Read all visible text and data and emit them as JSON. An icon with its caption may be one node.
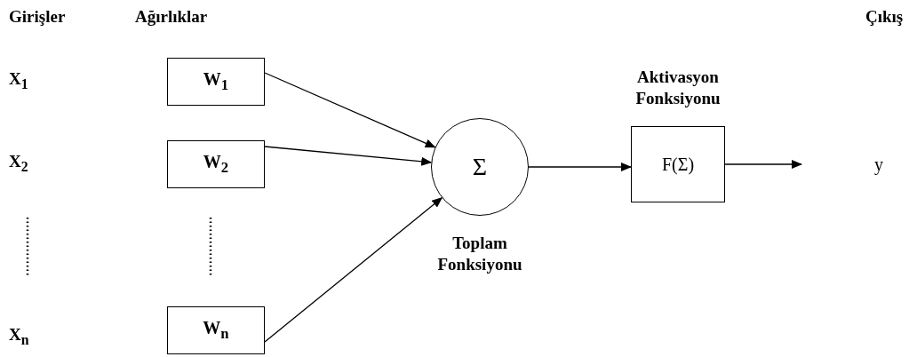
{
  "diagram": {
    "nodes": [
      {
        "text": [
          "W$_{1}$"
        ]
      },
      {
        "text": [
          "W$_{2}$"
        ]
      },
      {
        "text": [
          "W$_{n}$"
        ]
      },
      {
        "text": [
          "Σ"
        ],
        "beside": [
          "Toplam Fonksiyonu"
        ]
      },
      {
        "text": [
          "F(Σ)"
        ],
        "beside": [
          "Aktivasyon Fonksiyonu"
        ]
      },
      {
        "text": [
          "y"
        ]
      }
    ],
    "edges": [
      {
        "from": 0,
        "to": 3,
        "arrow": "to"
      },
      {
        "from": 1,
        "to": 3,
        "arrow": "to"
      },
      {
        "from": 2,
        "to": 3,
        "arrow": "to"
      },
      {
        "from": 3,
        "to": 4,
        "arrow": "to"
      },
      {
        "from": 4,
        "to": 5,
        "arrow": "to"
      }
    ],
    "labels": [
      "Girişler",
      "Ağırlıklar",
      "Çıkış",
      "X$_{1}$",
      "X$_{2}$",
      "X$_{n}$"
    ]
  }
}
